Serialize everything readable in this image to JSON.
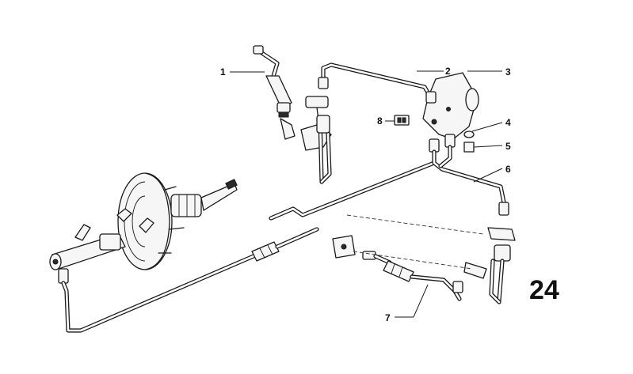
{
  "callouts": {
    "c1": "1",
    "c2": "2",
    "c3": "3",
    "c4": "4",
    "c5": "5",
    "c6": "6",
    "c7": "7",
    "c8": "8"
  },
  "watermark_text": "24",
  "colors": {
    "line": "#1a1a1a",
    "background": "#ffffff"
  }
}
